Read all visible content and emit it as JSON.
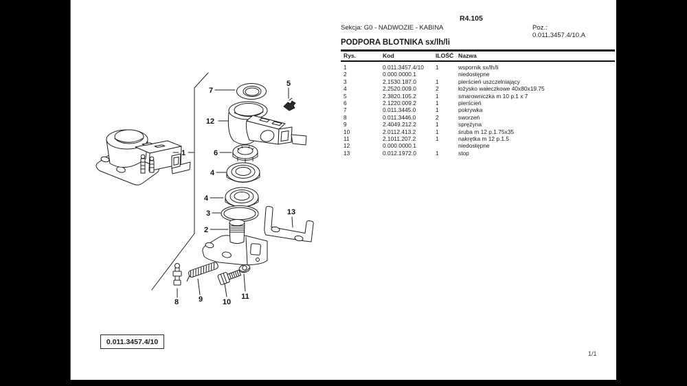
{
  "page": {
    "doc_code": "R4.105",
    "section": "Sekcja: G0 - NADWOZIE - KABINA",
    "poz_label": "Poz.:",
    "poz_value": "0.011.3457.4/10.A",
    "title": "PODPORA BLOTNIKA sx/lh/li",
    "drawing_ref": "0.011.3457.4/10",
    "page_indicator": "1/1"
  },
  "table": {
    "headers": {
      "rys": "Rys.",
      "kod": "Kod",
      "ilosc": "ILOŚĆ",
      "nazwa": "Nazwa"
    },
    "rows": [
      {
        "rys": "1",
        "kod": "0.011.3457.4/10",
        "ilosc": "1",
        "nazwa": "wspornik sx/lh/li"
      },
      {
        "rys": "2",
        "kod": "0.000.0000.1",
        "ilosc": "",
        "nazwa": "niedostępne"
      },
      {
        "rys": "3",
        "kod": "2.1530.187.0",
        "ilosc": "1",
        "nazwa": "pierścień uszczelniający"
      },
      {
        "rys": "4",
        "kod": "2.2520.009.0",
        "ilosc": "2",
        "nazwa": "łożysko wałeczkowe 40x80x19.75"
      },
      {
        "rys": "5",
        "kod": "2.3820.105.2",
        "ilosc": "1",
        "nazwa": "smarowniczka m 10 p.1 x 7"
      },
      {
        "rys": "6",
        "kod": "2.1220.009.2",
        "ilosc": "1",
        "nazwa": "pierścień"
      },
      {
        "rys": "7",
        "kod": "0.011.3445.0",
        "ilosc": "1",
        "nazwa": "pokrywka"
      },
      {
        "rys": "8",
        "kod": "0.011.3446.0",
        "ilosc": "2",
        "nazwa": "sworzeń"
      },
      {
        "rys": "9",
        "kod": "2.4049.212.2",
        "ilosc": "1",
        "nazwa": "sprężyna"
      },
      {
        "rys": "10",
        "kod": "2.0112.413.2",
        "ilosc": "1",
        "nazwa": "śruba m 12 p.1.75x35"
      },
      {
        "rys": "11",
        "kod": "2.1011.207.2",
        "ilosc": "1",
        "nazwa": "nakrętka m 12 p.1.5"
      },
      {
        "rys": "12",
        "kod": "0.000.0000.1",
        "ilosc": "",
        "nazwa": "niedostępne"
      },
      {
        "rys": "13",
        "kod": "0.012.1972.0",
        "ilosc": "1",
        "nazwa": "stop"
      }
    ]
  },
  "diagram": {
    "callouts": {
      "c1": "1",
      "c2": "2",
      "c3": "3",
      "c4a": "4",
      "c4b": "4",
      "c5": "5",
      "c6": "6",
      "c7": "7",
      "c8": "8",
      "c9": "9",
      "c10": "10",
      "c11": "11",
      "c12": "12",
      "c13": "13"
    }
  }
}
